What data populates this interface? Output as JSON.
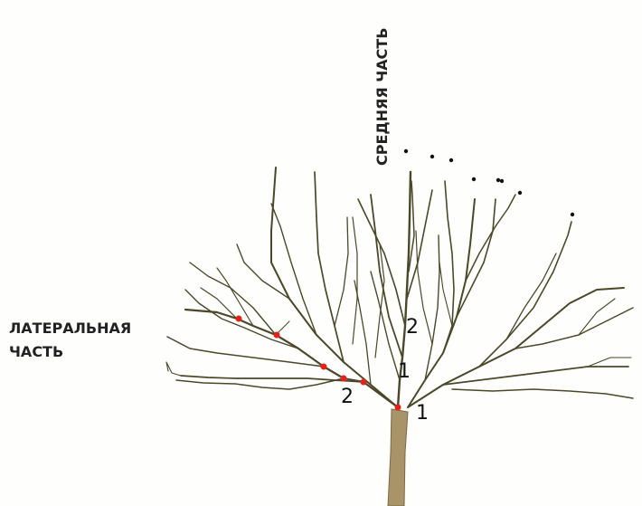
{
  "labels": {
    "lateral_line1": "ЛАТЕРАЛЬНАЯ",
    "lateral_line2": "ЧАСТЬ",
    "middle": "СРЕДНЯЯ ЧАСТЬ"
  },
  "numbers": {
    "middle_upper": "2",
    "middle_lower": "1",
    "lateral": "2",
    "right": "1"
  },
  "colors": {
    "branch": "#4a4828",
    "branch_light": "#6b6938",
    "stem": "#a08f63",
    "marker_red": "#e8201a",
    "marker_black": "#111111"
  }
}
